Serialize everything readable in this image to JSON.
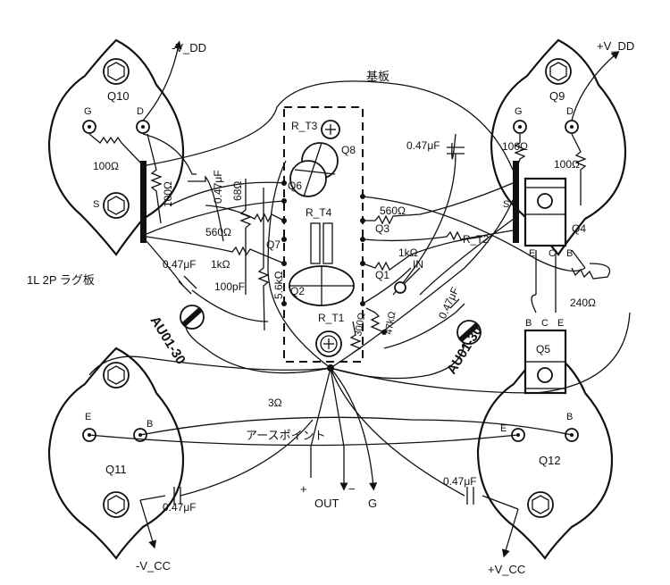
{
  "board_label": "基板",
  "lug_label": "1L 2P ラグ板",
  "earth_point_label": "アースポイント",
  "supplies": {
    "neg_vdd": "-V_DD",
    "pos_vdd": "+V_DD",
    "neg_vcc": "-V_CC",
    "pos_vcc": "+V_CC"
  },
  "transistors": {
    "q1": "Q1",
    "q2": "Q2",
    "q3": "Q3",
    "q4": "Q4",
    "q5": "Q5",
    "q6": "Q6",
    "q7": "Q7",
    "q8": "Q8",
    "q9": "Q9",
    "q10": "Q10",
    "q11": "Q11",
    "q12": "Q12"
  },
  "pins": {
    "g": "G",
    "d": "D",
    "s": "S",
    "e": "E",
    "b": "B",
    "c": "C"
  },
  "thermistors": {
    "rt1": "R_T1",
    "rt2": "R_T2",
    "rt3": "R_T3",
    "rt4": "R_T4"
  },
  "resistors": {
    "r100_q10": "100Ω",
    "r100_q10_vert": "100Ω",
    "r100_q9": "100Ω",
    "r100_q9_right": "100Ω",
    "r68": "68Ω",
    "r560_left": "560Ω",
    "r560_right": "560Ω",
    "r1k_left": "1kΩ",
    "r1k_right": "1kΩ",
    "r5k6": "5.6kΩ",
    "r300": "300Ω",
    "r47k": "47kΩ",
    "r240": "240Ω",
    "r3": "3Ω"
  },
  "capacitors": {
    "c047_top_left": "0.47μF",
    "c047_top_right": "0.47μF",
    "c047_mid_left": "0.47μF",
    "c047_mid_right": "0.47μF",
    "c047_bottom_left": "0.47μF",
    "c047_bottom_right": "0.47μF",
    "c100p": "100pF"
  },
  "diodes": {
    "left": "AU01-30",
    "right": "AU01-30"
  },
  "input_label": "IN",
  "output": {
    "plus": "+",
    "out": "OUT",
    "minus": "−",
    "ground": "G"
  }
}
